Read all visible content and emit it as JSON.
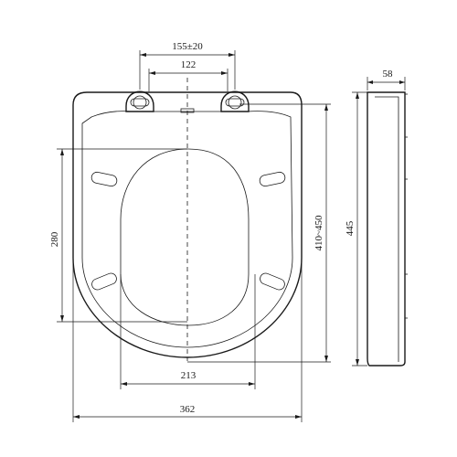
{
  "drawing": {
    "dimensions": {
      "hinge_spacing_range": "155±20",
      "hinge_spacing_min": "122",
      "hole_to_front_length": "280",
      "seat_length_range": "410~450",
      "total_length": "445",
      "thickness": "58",
      "inner_opening_width": "213",
      "total_width": "362"
    }
  }
}
